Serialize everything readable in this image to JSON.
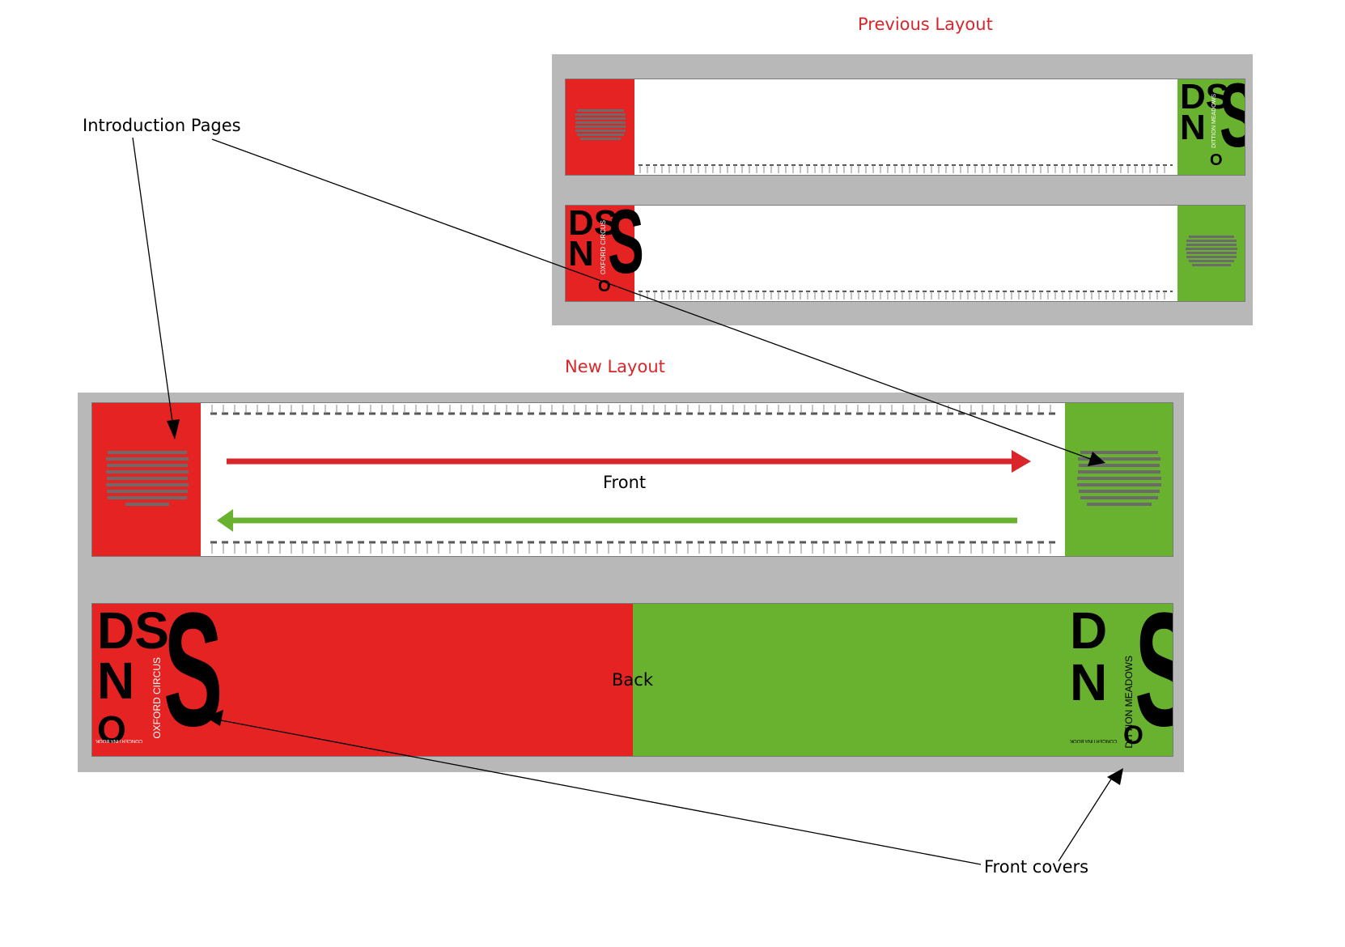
{
  "labels": {
    "previous_layout": "Previous Layout",
    "new_layout": "New Layout",
    "introduction_pages": "Introduction Pages",
    "front": "Front",
    "back": "Back",
    "front_covers": "Front covers"
  },
  "covers": {
    "red_letters_top": "DS",
    "red_letters_mid": "N",
    "red_letters_bottom": "O",
    "red_big_letter": "S",
    "red_vertical": "OXFORD CIRCUS",
    "red_small": "CONCERTINA BOOK",
    "green_letters_top": "DS",
    "green_letters_top_new": "D",
    "green_letters_mid": "N",
    "green_letters_bottom": "O",
    "green_big_letter": "S",
    "green_vertical": "DITTION MEADOWS",
    "green_small": "CONCERTINA BOOK"
  },
  "colors": {
    "title_red": "#d8262b",
    "panel_gray": "#b8b8b8",
    "red": "#e42322",
    "green": "#68b22f",
    "text_lines": "#6b6b6b"
  }
}
